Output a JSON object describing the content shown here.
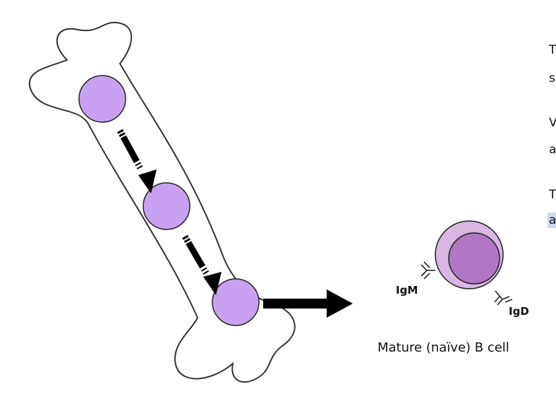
{
  "colors": {
    "bone_outline": "#333333",
    "stem_cell_fill": "#c8a2f0",
    "mature_outer": "#d9b7e3",
    "mature_inner": "#b277c4",
    "arrow": "#000000",
    "highlight": "#cfd8f0"
  },
  "labels": {
    "igm": "IgM",
    "igd": "IgD",
    "mature_cell": "Mature (naïve) B cell"
  },
  "cut_off_text": {
    "line1": "T",
    "line2": "s",
    "line3": "V",
    "line4": "a",
    "line5": "T",
    "line6": "a"
  }
}
